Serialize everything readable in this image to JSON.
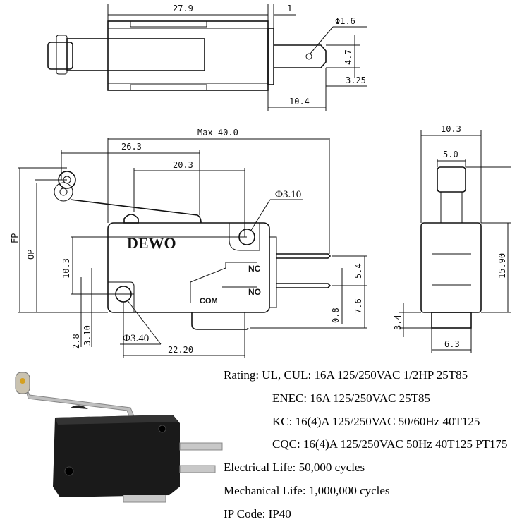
{
  "top_view": {
    "dim_length": "27.9",
    "dim_tab": "1",
    "dim_hole": "Φ1.6",
    "dim_tab_height": "4.7",
    "dim_offset": "3.25",
    "dim_terminal": "10.4"
  },
  "front_view": {
    "dim_max": "Max 40.0",
    "dim_lever": "26.3",
    "dim_plunger": "20.3",
    "dim_hole_top": "Φ3.10",
    "dim_vertical": "10.3",
    "label_fp": "FP",
    "label_op": "OP",
    "dim_a": "2.8",
    "dim_b": "3.10",
    "dim_hole_bottom": "Φ3.40",
    "dim_hole_spacing": "22.20",
    "dim_nc_no": "5.4",
    "dim_thick": "0.8",
    "dim_no_com": "7.6",
    "brand": "DEWO",
    "terminal_nc": "NC",
    "terminal_no": "NO",
    "terminal_com": "COM"
  },
  "side_view": {
    "dim_width": "10.3",
    "dim_roller": "5.0",
    "dim_height": "15.90",
    "dim_pin": "3.4",
    "dim_base": "6.3"
  },
  "specs": {
    "rating": "Rating:  UL, CUL: 16A 125/250VAC 1/2HP 25T85",
    "enec": "ENEC:  16A 125/250VAC 25T85",
    "kc": "KC: 16(4)A 125/250VAC 50/60Hz 40T125",
    "cqc": "CQC: 16(4)A 125/250VAC 50Hz 40T125 PT175",
    "electrical_life": "Electrical Life: 50,000 cycles",
    "mechanical_life": "Mechanical Life: 1,000,000 cycles",
    "ip_code": "IP Code: IP40"
  }
}
